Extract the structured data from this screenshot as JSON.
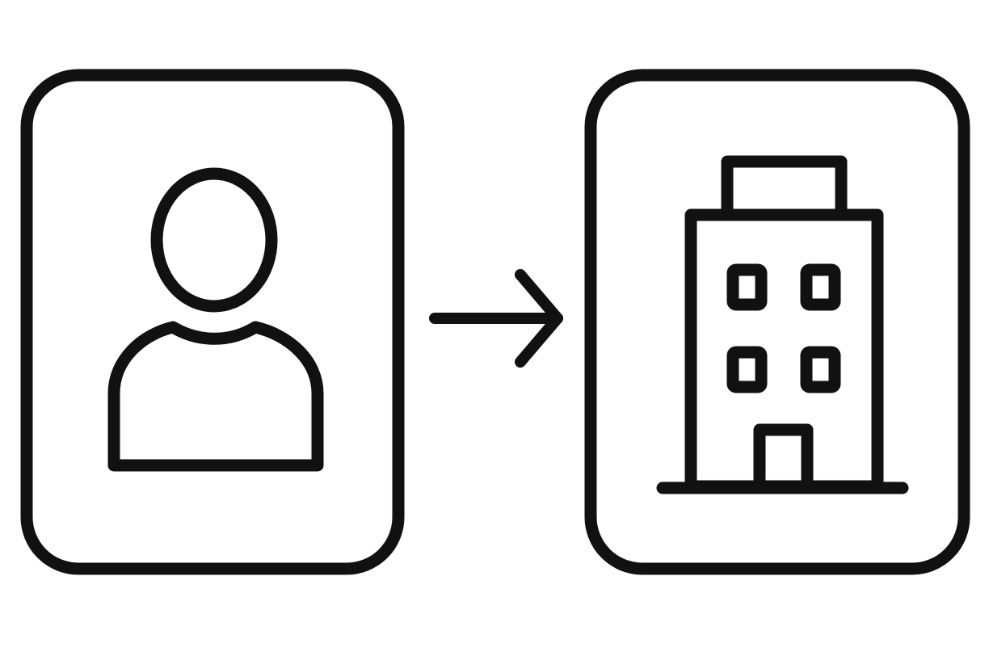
{
  "diagram": {
    "nodes": [
      {
        "id": "person",
        "icon": "person-icon"
      },
      {
        "id": "building",
        "icon": "building-icon"
      }
    ],
    "edges": [
      {
        "from": "person",
        "to": "building",
        "icon": "arrow-right-icon"
      }
    ]
  },
  "colors": {
    "stroke": "#111111",
    "background": "#ffffff"
  }
}
